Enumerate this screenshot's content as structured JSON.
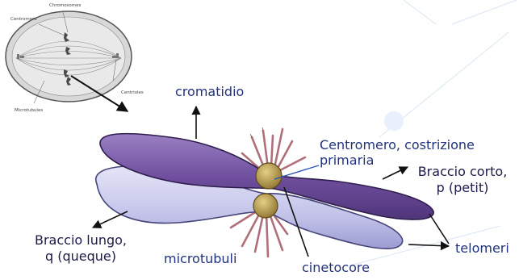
{
  "inset": {
    "labels": {
      "chromosomes": "Chromosomes",
      "centromere": "Centromere",
      "centrioles": "Centrioles",
      "microtubules": "Microtubules"
    }
  },
  "labels": {
    "cromatidio": "cromatidio",
    "centromero_line1": "Centromero, costrizione",
    "centromero_line2": "primaria",
    "braccio_corto_line1": "Braccio corto,",
    "braccio_corto_line2": "p (petit)",
    "braccio_lungo_line1": "Braccio lungo,",
    "braccio_lungo_line2": "q (queque)",
    "microtubuli": "microtubuli",
    "cinetocore": "cinetocore",
    "telomeri": "telomeri"
  },
  "colors": {
    "chromatid_upper": "#7a5aa8",
    "chromatid_lower": "#c8c8ec",
    "centromere": "#b59a4a",
    "label_text": "#23327d",
    "arrow": "#111111"
  }
}
